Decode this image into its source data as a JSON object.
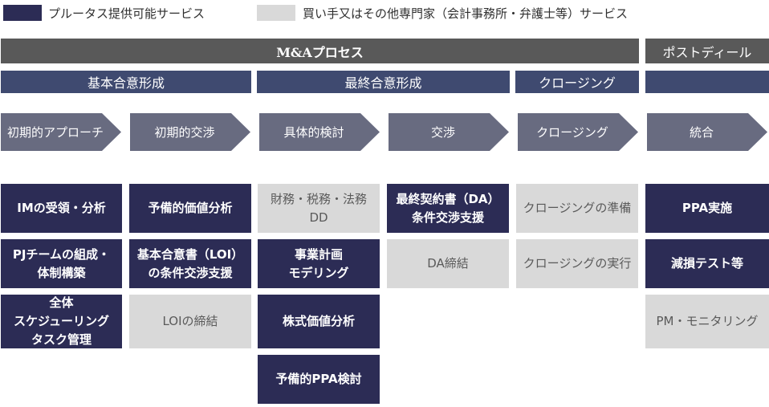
{
  "colors": {
    "plutus_service": "#2c2c55",
    "other_expert_service": "#d9d9d9",
    "process_bar": "#595959",
    "phase_bar": "#3f4a70",
    "step_arrow": "#686b80"
  },
  "legend": {
    "plutus_label": "プルータス提供可能サービス",
    "other_label": "買い手又はその他専門家（会計事務所・弁護士等）サービス"
  },
  "header": {
    "ma_process": "M&Aプロセス",
    "post_deal": "ポストディール"
  },
  "phases": {
    "basic_agreement": "基本合意形成",
    "final_agreement": "最終合意形成",
    "closing": "クロージング",
    "post": ""
  },
  "steps": {
    "initial_approach": "初期的アプローチ",
    "initial_negotiation": "初期的交渉",
    "detailed_review": "具体的検討",
    "negotiation": "交渉",
    "closing": "クロージング",
    "integration": "統合"
  },
  "services": {
    "col1": [
      {
        "label": "IMの受領・分析",
        "type": "plutus"
      },
      {
        "label": "PJチームの組成・\n体制構築",
        "type": "plutus"
      },
      {
        "label": "全体\nスケジューリング\nタスク管理",
        "type": "plutus"
      }
    ],
    "col2": [
      {
        "label": "予備的価値分析",
        "type": "plutus"
      },
      {
        "label": "基本合意書（LOI）\nの条件交渉支援",
        "type": "plutus"
      },
      {
        "label": "LOIの締結",
        "type": "other"
      }
    ],
    "col3": [
      {
        "label": "財務・税務・法務DD",
        "type": "other"
      },
      {
        "label": "事業計画\nモデリング",
        "type": "plutus"
      },
      {
        "label": "株式価値分析",
        "type": "plutus"
      },
      {
        "label": "予備的PPA検討",
        "type": "plutus"
      }
    ],
    "col4": [
      {
        "label": "最終契約書（DA）\n条件交渉支援",
        "type": "plutus"
      },
      {
        "label": "DA締結",
        "type": "other"
      }
    ],
    "col5": [
      {
        "label": "クロージングの準備",
        "type": "other"
      },
      {
        "label": "クロージングの実行",
        "type": "other"
      }
    ],
    "col6": [
      {
        "label": "PPA実施",
        "type": "plutus"
      },
      {
        "label": "減損テスト等",
        "type": "plutus"
      },
      {
        "label": "PM・モニタリング",
        "type": "other"
      }
    ]
  }
}
